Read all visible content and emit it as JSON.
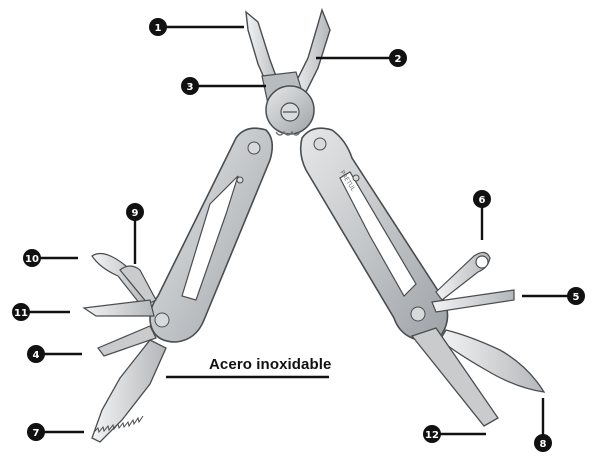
{
  "callouts": [
    "1",
    "2",
    "3",
    "4",
    "5",
    "6",
    "7",
    "8",
    "9",
    "10",
    "11",
    "12"
  ],
  "caption": "Acero inoxidable",
  "engraving": "PRETUL",
  "colors": {
    "steel": "#c9cbcd",
    "steel_dark": "#8f9397",
    "outline": "#4a4d50",
    "marker": "#111111"
  }
}
